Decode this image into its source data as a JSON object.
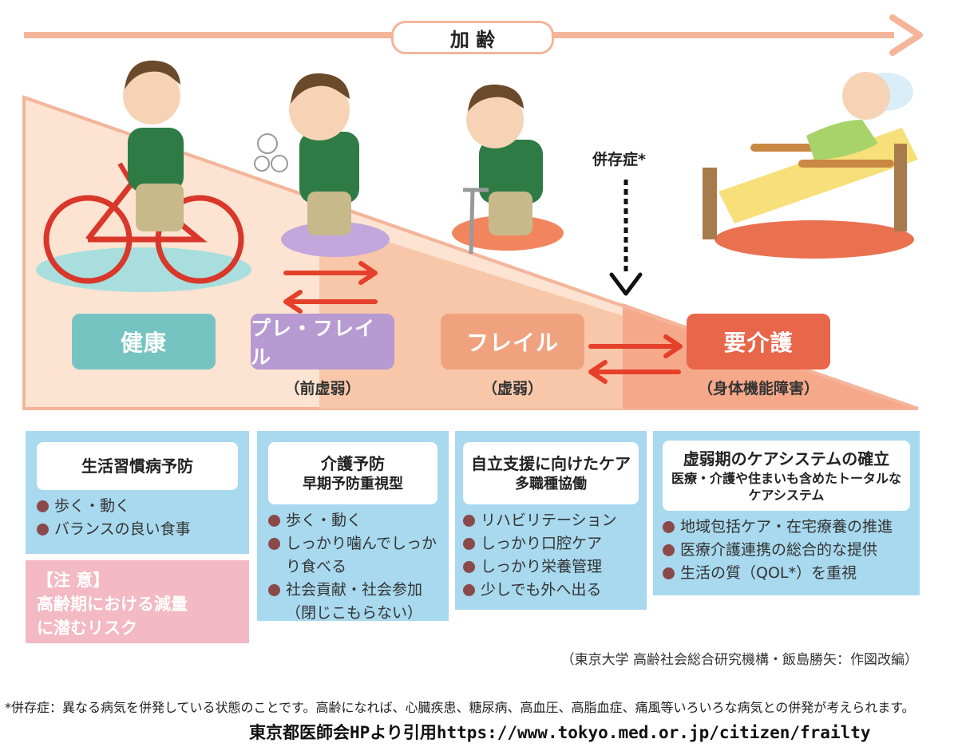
{
  "aging_label": "加 齢",
  "comorbidity_label": "併存症*",
  "stages": [
    {
      "label": "健康",
      "sub": "",
      "color": "#76c4c2"
    },
    {
      "label": "プレ・フレイル",
      "sub": "（前虚弱）",
      "color": "#b79ad1"
    },
    {
      "label": "フレイル",
      "sub": "（虚弱）",
      "color": "#f0a27e"
    },
    {
      "label": "要介護",
      "sub": "（身体機能障害）",
      "color": "#e8664a"
    }
  ],
  "panels": [
    {
      "title": "生活習慣病予防",
      "subtitle": "",
      "items": [
        "歩く・動く",
        "バランスの良い食事"
      ]
    },
    {
      "title": "介護予防",
      "subtitle": "早期予防重視型",
      "items": [
        "歩く・動く",
        "しっかり噛んでしっかり食べる",
        "社会貢献・社会参加（閉じこもらない）"
      ]
    },
    {
      "title": "自立支援に向けたケア",
      "subtitle": "多職種協働",
      "items": [
        "リハビリテーション",
        "しっかり口腔ケア",
        "しっかり栄養管理",
        "少しでも外へ出る"
      ]
    },
    {
      "title": "虚弱期のケアシステムの確立",
      "subtitle": "医療・介護や住まいも含めたトータルなケアシステム",
      "items": [
        "地域包括ケア・在宅療養の推進",
        "医療介護連携の総合的な提供",
        "生活の質（QOL*）を重視"
      ]
    }
  ],
  "caution": {
    "heading": "【注 意】",
    "line1": "高齢期における減量",
    "line2": "に潜むリスク"
  },
  "credit": "（東京大学 高齢社会総合研究機構・飯島勝矢：作図改編）",
  "footnote": "*併存症：異なる病気を併発している状態のことです。高齢になれば、心臓疾患、糖尿病、高血圧、高脂血症、痛風等いろいろな病気との併発が考えられます。",
  "footer_source": "東京都医師会HPより引用https://www.tokyo.med.or.jp/citizen/frailty",
  "colors": {
    "aging_arrow": "#f4b59a",
    "triangle_light": "#fde3d2",
    "triangle_mid": "#f8c7a9",
    "triangle_dark": "#f5a98a",
    "red_arrow": "#e5402a",
    "panel_blue": "#a8d9ee",
    "caution_pink": "#f3b9c4"
  }
}
